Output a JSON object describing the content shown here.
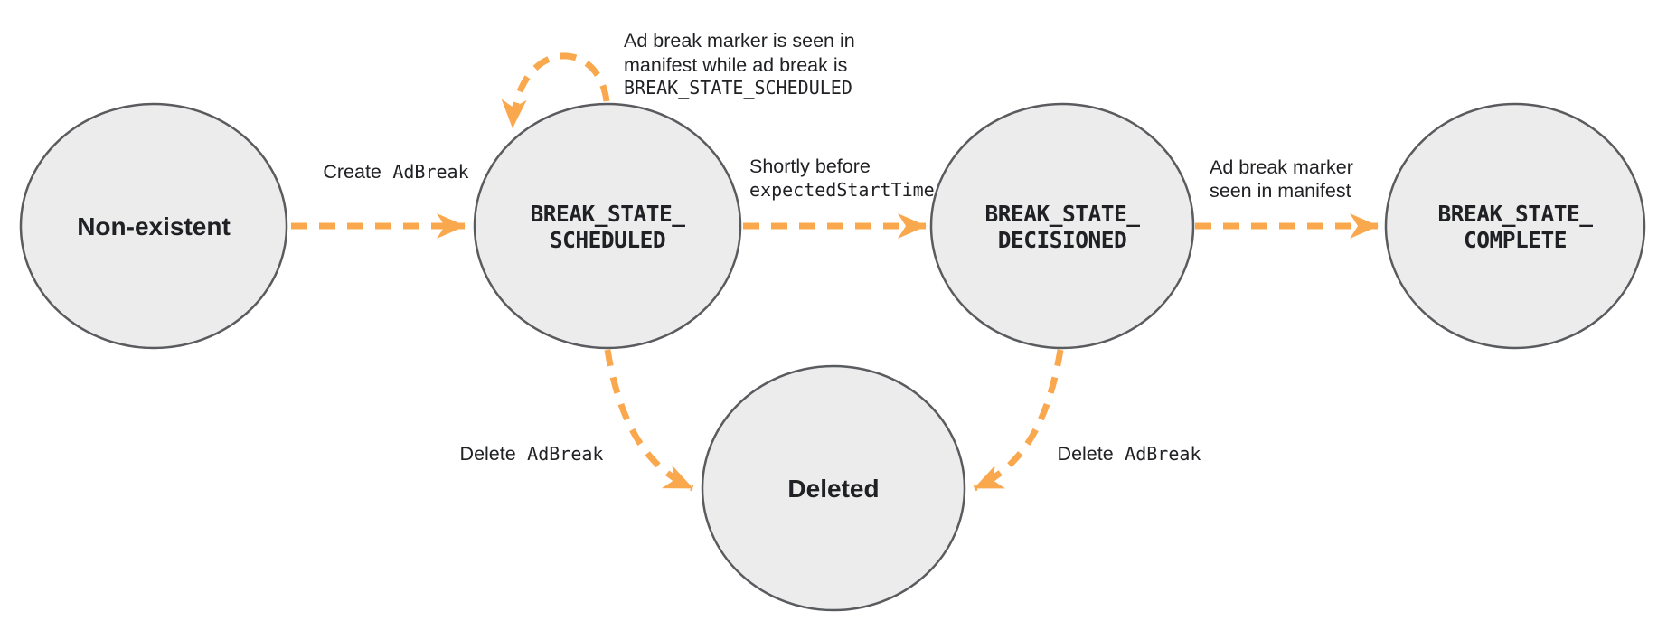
{
  "diagram": {
    "type": "state-machine",
    "colors": {
      "arrow": "#f9a84e",
      "node_fill": "#ececec",
      "node_border": "#595b5e",
      "text": "#202124"
    },
    "states": {
      "non_existent": {
        "line1": "Non-existent"
      },
      "scheduled": {
        "line1": "BREAK_STATE_",
        "line2": "SCHEDULED"
      },
      "decisioned": {
        "line1": "BREAK_STATE_",
        "line2": "DECISIONED"
      },
      "complete": {
        "line1": "BREAK_STATE_",
        "line2": "COMPLETE"
      },
      "deleted": {
        "line1": "Deleted"
      }
    },
    "transitions": {
      "create": {
        "text": "Create",
        "code": "AdBreak"
      },
      "self_loop": {
        "line1": "Ad break marker is seen in",
        "line2": "manifest while ad break is",
        "line3_code": "BREAK_STATE_SCHEDULED"
      },
      "decision": {
        "line1": "Shortly before",
        "line2_code": "expectedStartTime"
      },
      "marker_seen": {
        "line1": "Ad break marker",
        "line2": "seen in manifest"
      },
      "delete_left": {
        "text": "Delete",
        "code": "AdBreak"
      },
      "delete_right": {
        "text": "Delete",
        "code": "AdBreak"
      }
    }
  }
}
